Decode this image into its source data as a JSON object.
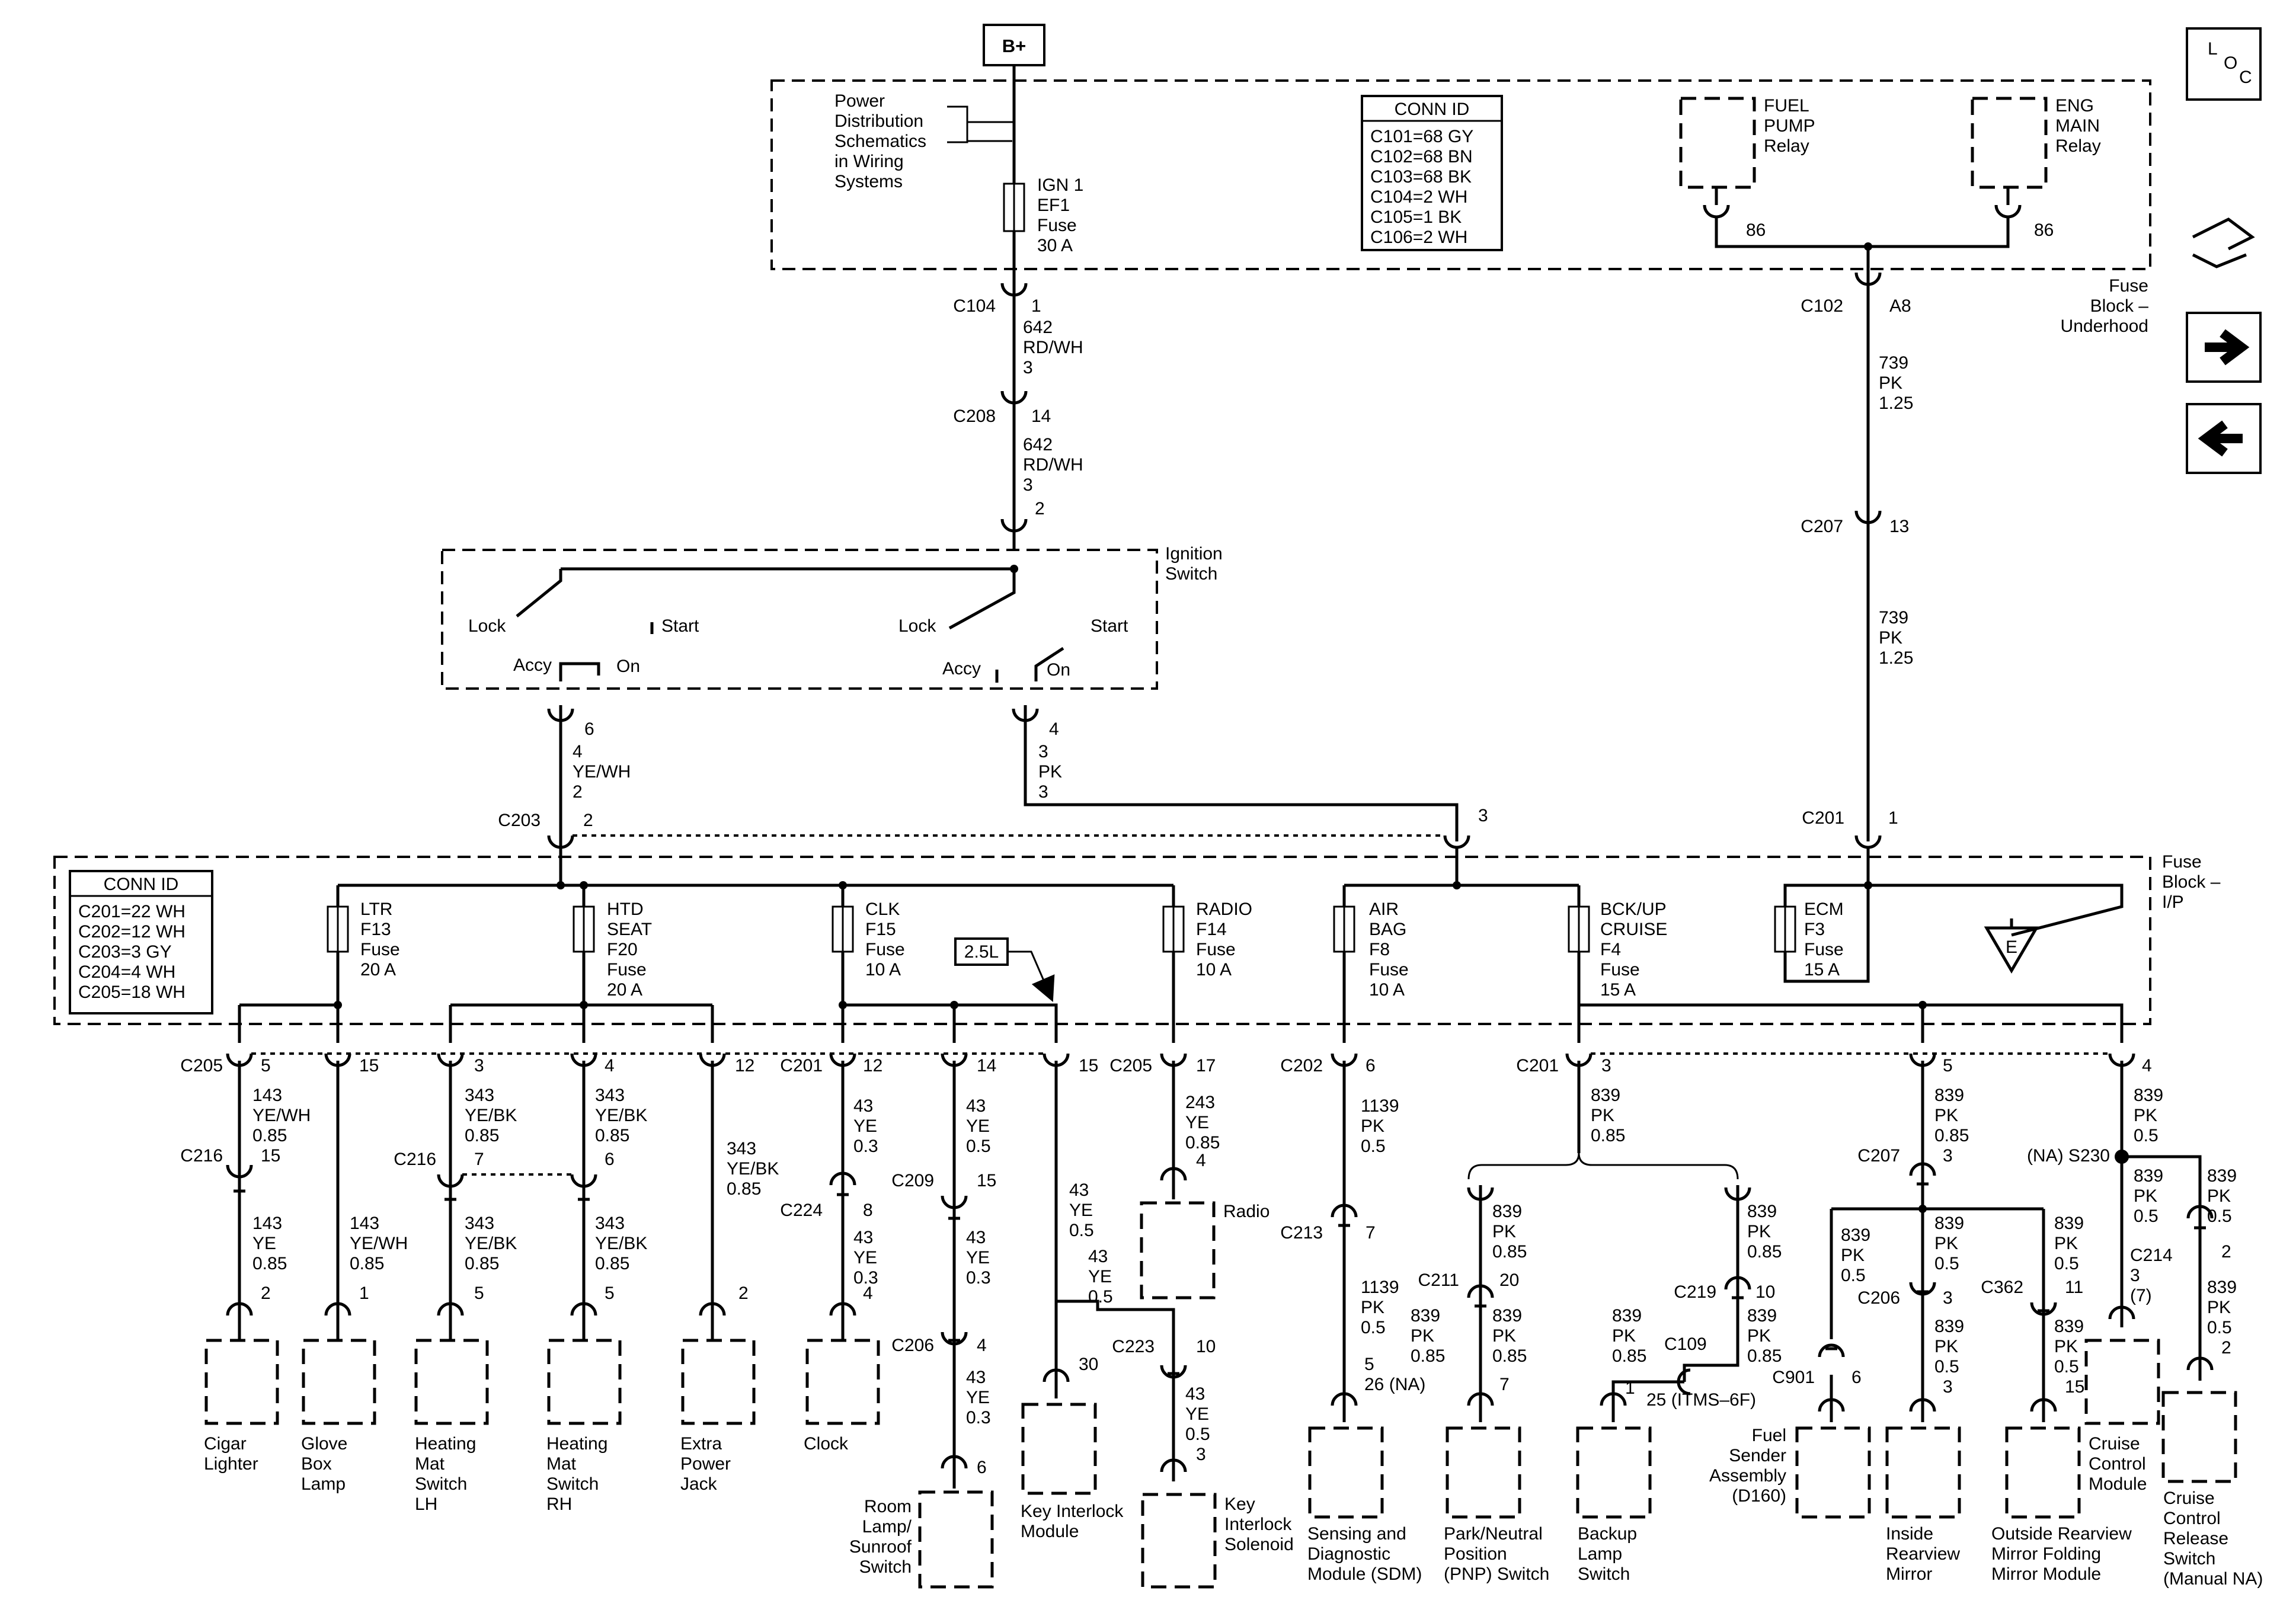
{
  "battery": "B+",
  "loc": {
    "l": "L",
    "o": "O",
    "c": "C"
  },
  "power_note": [
    "Power",
    "Distribution",
    "Schematics",
    "in Wiring",
    "Systems"
  ],
  "fuse_ef1": [
    "IGN 1",
    "EF1",
    "Fuse",
    "30 A"
  ],
  "conn_id_top": {
    "title": "CONN ID",
    "rows": [
      "C101=68 GY",
      "C102=68 BN",
      "C103=68 BK",
      "C104=2 WH",
      "C105=1 BK",
      "C106=2 WH"
    ]
  },
  "fuel_pump_relay": [
    "FUEL",
    "PUMP",
    "Relay"
  ],
  "eng_main_relay": [
    "ENG",
    "MAIN",
    "Relay"
  ],
  "pin_86": "86",
  "fuse_block_underhood": [
    "Fuse",
    "Block –",
    "Underhood"
  ],
  "c104": {
    "name": "C104",
    "pin": "1"
  },
  "wire_642_a": [
    "642",
    "RD/WH",
    "3"
  ],
  "c208": {
    "name": "C208",
    "pin": "14"
  },
  "wire_642_b": [
    "642",
    "RD/WH",
    "3"
  ],
  "pin_2_ign": "2",
  "c102": {
    "name": "C102",
    "pin": "A8"
  },
  "wire_739_a": [
    "739",
    "PK",
    "1.25"
  ],
  "c207_r": {
    "name": "C207",
    "pin": "13"
  },
  "wire_739_b": [
    "739",
    "PK",
    "1.25"
  ],
  "ignition_switch": {
    "title": [
      "Ignition",
      "Switch"
    ],
    "lock": "Lock",
    "start": "Start",
    "accy": "Accy",
    "on": "On"
  },
  "pin_6_ign": "6",
  "wire_4": [
    "4",
    "YE/WH",
    "2"
  ],
  "c203": {
    "name": "C203",
    "pin": "2"
  },
  "pin_4_ign": "4",
  "wire_3": [
    "3",
    "PK",
    "3"
  ],
  "pin_3_fb": "3",
  "c201_top": {
    "name": "C201",
    "pin": "1"
  },
  "fuse_block_ip": [
    "Fuse",
    "Block –",
    "I/P"
  ],
  "conn_id_ip": {
    "title": "CONN ID",
    "rows": [
      "C201=22 WH",
      "C202=12 WH",
      "C203=3 GY",
      "C204=4 WH",
      "C205=18 WH"
    ]
  },
  "fuses_ip": [
    [
      "LTR",
      "F13",
      "Fuse",
      "20 A"
    ],
    [
      "HTD",
      "SEAT",
      "F20",
      "Fuse",
      "20 A"
    ],
    [
      "CLK",
      "F15",
      "Fuse",
      "10 A"
    ],
    [
      "RADIO",
      "F14",
      "Fuse",
      "10 A"
    ],
    [
      "AIR",
      "BAG",
      "F8",
      "Fuse",
      "10 A"
    ],
    [
      "BCK/UP",
      "CRUISE",
      "F4",
      "Fuse",
      "15 A"
    ],
    [
      "ECM",
      "F3",
      "Fuse",
      "15 A"
    ]
  ],
  "tag_2_5l": "2.5L",
  "ground_e": "E",
  "col_cigar": {
    "conn": "C205",
    "pin": "5",
    "wire1": [
      "143",
      "YE/WH",
      "0.85"
    ],
    "c216": "C216",
    "pin2": "15",
    "wire2": [
      "143",
      "YE",
      "0.85"
    ],
    "pin3": "2",
    "label": [
      "Cigar",
      "Lighter"
    ]
  },
  "col_glove": {
    "pin": "15",
    "wire": [
      "143",
      "YE/WH",
      "0.85"
    ],
    "pin2": "1",
    "label": [
      "Glove",
      "Box",
      "Lamp"
    ]
  },
  "col_matlh": {
    "pin": "3",
    "wire1": [
      "343",
      "YE/BK",
      "0.85"
    ],
    "c216": "C216",
    "pin2": "7",
    "wire2": [
      "343",
      "YE/BK",
      "0.85"
    ],
    "pin3": "5",
    "label": [
      "Heating",
      "Mat",
      "Switch",
      "LH"
    ]
  },
  "col_matrh": {
    "pin": "4",
    "wire1": [
      "343",
      "YE/BK",
      "0.85"
    ],
    "pin2": "6",
    "wire2": [
      "343",
      "YE/BK",
      "0.85"
    ],
    "pin3": "5",
    "label": [
      "Heating",
      "Mat",
      "Switch",
      "RH"
    ]
  },
  "col_extra": {
    "pin": "12",
    "wire": [
      "343",
      "YE/BK",
      "0.85"
    ],
    "pin2": "2",
    "label": [
      "Extra",
      "Power",
      "Jack"
    ]
  },
  "col_clock": {
    "conn": "C201",
    "pin": "12",
    "wire1": [
      "43",
      "YE",
      "0.3"
    ],
    "c224": "C224",
    "pin2": "8",
    "wire2": [
      "43",
      "YE",
      "0.3",
      "4"
    ],
    "label": [
      "Clock"
    ]
  },
  "col_room": {
    "pin": "14",
    "wire1": [
      "43",
      "YE",
      "0.5"
    ],
    "c209": "C209",
    "pin2": "15",
    "wire2": [
      "43",
      "YE",
      "0.3"
    ],
    "c206": "C206",
    "pin3": "4",
    "wire3": [
      "43",
      "YE",
      "0.3"
    ],
    "pin4": "6",
    "label": [
      "Room",
      "Lamp/",
      "Sunroof",
      "Switch"
    ]
  },
  "col_keyint": {
    "pin": "15",
    "wire1": [
      "43",
      "YE",
      "0.5"
    ],
    "wire2": [
      "43",
      "YE",
      "0.5"
    ],
    "c223": "C223",
    "pin2": "30",
    "pin3": "10",
    "wire3": [
      "43",
      "YE",
      "0.5",
      "3"
    ],
    "label_module": [
      "Key Interlock",
      "Module"
    ],
    "label_solenoid": [
      "Key",
      "Interlock",
      "Solenoid"
    ]
  },
  "col_radio": {
    "conn": "C205",
    "pin": "17",
    "wire": [
      "243",
      "YE",
      "0.85"
    ],
    "pin2": "4",
    "label": [
      "Radio"
    ]
  },
  "col_sdm": {
    "conn": "C202",
    "pin": "6",
    "wire1": [
      "1139",
      "PK",
      "0.5"
    ],
    "c213": "C213",
    "pin2": "7",
    "wire2": [
      "1139",
      "PK",
      "0.5"
    ],
    "pin3": [
      "5",
      "26 (NA)"
    ],
    "label": [
      "Sensing and",
      "Diagnostic",
      "Module (SDM)"
    ]
  },
  "col_c201b": {
    "conn": "C201",
    "pin": "3",
    "wire": [
      "839",
      "PK",
      "0.85"
    ]
  },
  "col_pnp": {
    "c211": "C211",
    "wire1": [
      "839",
      "PK",
      "0.85"
    ],
    "pin2": "20",
    "wire2": [
      "839",
      "PK",
      "0.85"
    ],
    "pin3": "7",
    "wire_side": [
      "839",
      "PK",
      "0.85"
    ],
    "label": [
      "Park/Neutral",
      "Position",
      "(PNP) Switch"
    ]
  },
  "col_backup": {
    "c219": "C219",
    "wire1": [
      "839",
      "PK",
      "0.85"
    ],
    "pin2": "10",
    "c109": "C109",
    "wire2": [
      "839",
      "PK",
      "0.85"
    ],
    "pin3": "25 (ITMS–6F)",
    "pin4": "1",
    "wire_side": [
      "839",
      "PK",
      "0.85"
    ],
    "label": [
      "Backup",
      "Lamp",
      "Switch"
    ]
  },
  "col_c207": {
    "pin": "5",
    "wire": [
      "839",
      "PK",
      "0.85"
    ],
    "conn": "C207",
    "pin2": "3"
  },
  "col_fuel": {
    "wire": [
      "839",
      "PK",
      "0.5"
    ],
    "c901": "C901",
    "pin": "6",
    "label": [
      "Fuel",
      "Sender",
      "Assembly",
      "(D160)"
    ]
  },
  "col_inside": {
    "wire1": [
      "839",
      "PK",
      "0.5"
    ],
    "c206": "C206",
    "pin": "3",
    "wire2": [
      "839",
      "PK",
      "0.5",
      "3"
    ],
    "label": [
      "Inside",
      "Rearview",
      "Mirror"
    ]
  },
  "col_outside": {
    "c362": "C362",
    "wire1": [
      "839",
      "PK",
      "0.5"
    ],
    "pin": "11",
    "wire2": [
      "839",
      "PK",
      "0.5"
    ],
    "pin2": "15",
    "label": [
      "Outside Rearview",
      "Mirror Folding",
      "Mirror Module"
    ]
  },
  "col_cruise": {
    "pin": "4",
    "wire": [
      "839",
      "PK",
      "0.5"
    ],
    "s230": "(NA) S230",
    "wire2": [
      "839",
      "PK",
      "0.5"
    ],
    "c214": "C214",
    "pin2": [
      "3",
      "(7)"
    ],
    "label": [
      "Cruise",
      "Control",
      "Module"
    ]
  },
  "col_release": {
    "wire1": [
      "839",
      "PK",
      "0.5"
    ],
    "pin": "2",
    "wire2": [
      "839",
      "PK",
      "0.5",
      "2"
    ],
    "label": [
      "Cruise",
      "Control",
      "Release",
      "Switch",
      "(Manual NA)"
    ]
  }
}
